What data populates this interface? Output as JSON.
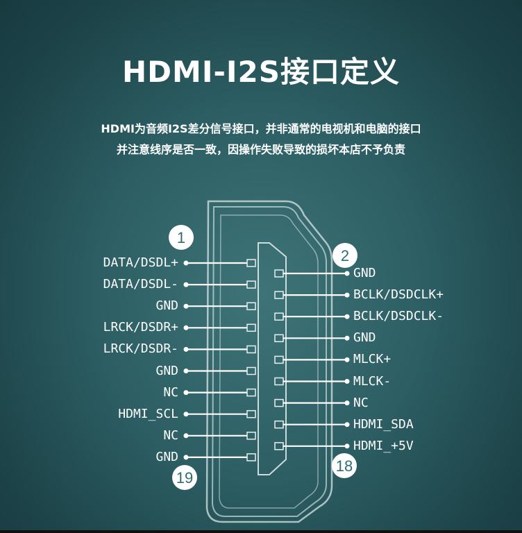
{
  "title": "HDMI-I2S接口定义",
  "subtitle_line1": "HDMI为音频I2S差分信号接口，并非通常的电视机和电脑的接口",
  "subtitle_line2": "并注意线序是否一致，因操作失败导致的损坏本店不予负责",
  "left_pins": [
    "DATA/DSDL+",
    "DATA/DSDL-",
    "GND",
    "LRCK/DSDR+",
    "LRCK/DSDR-",
    "GND",
    "NC",
    "HDMI_SCL",
    "NC",
    "GND"
  ],
  "right_pins": [
    "GND",
    "BCLK/DSDCLK+",
    "BCLK/DSDCLK-",
    "GND",
    "MLCK+",
    "MLCK-",
    "NC",
    "HDMI_SDA",
    "HDMI_+5V"
  ],
  "pin_badges": {
    "first_left": "1",
    "first_right": "2",
    "last_left": "19",
    "last_right": "18"
  },
  "colors": {
    "background": "#2c5e63",
    "line": "#ffffff",
    "outline": "#d9e6e6"
  }
}
